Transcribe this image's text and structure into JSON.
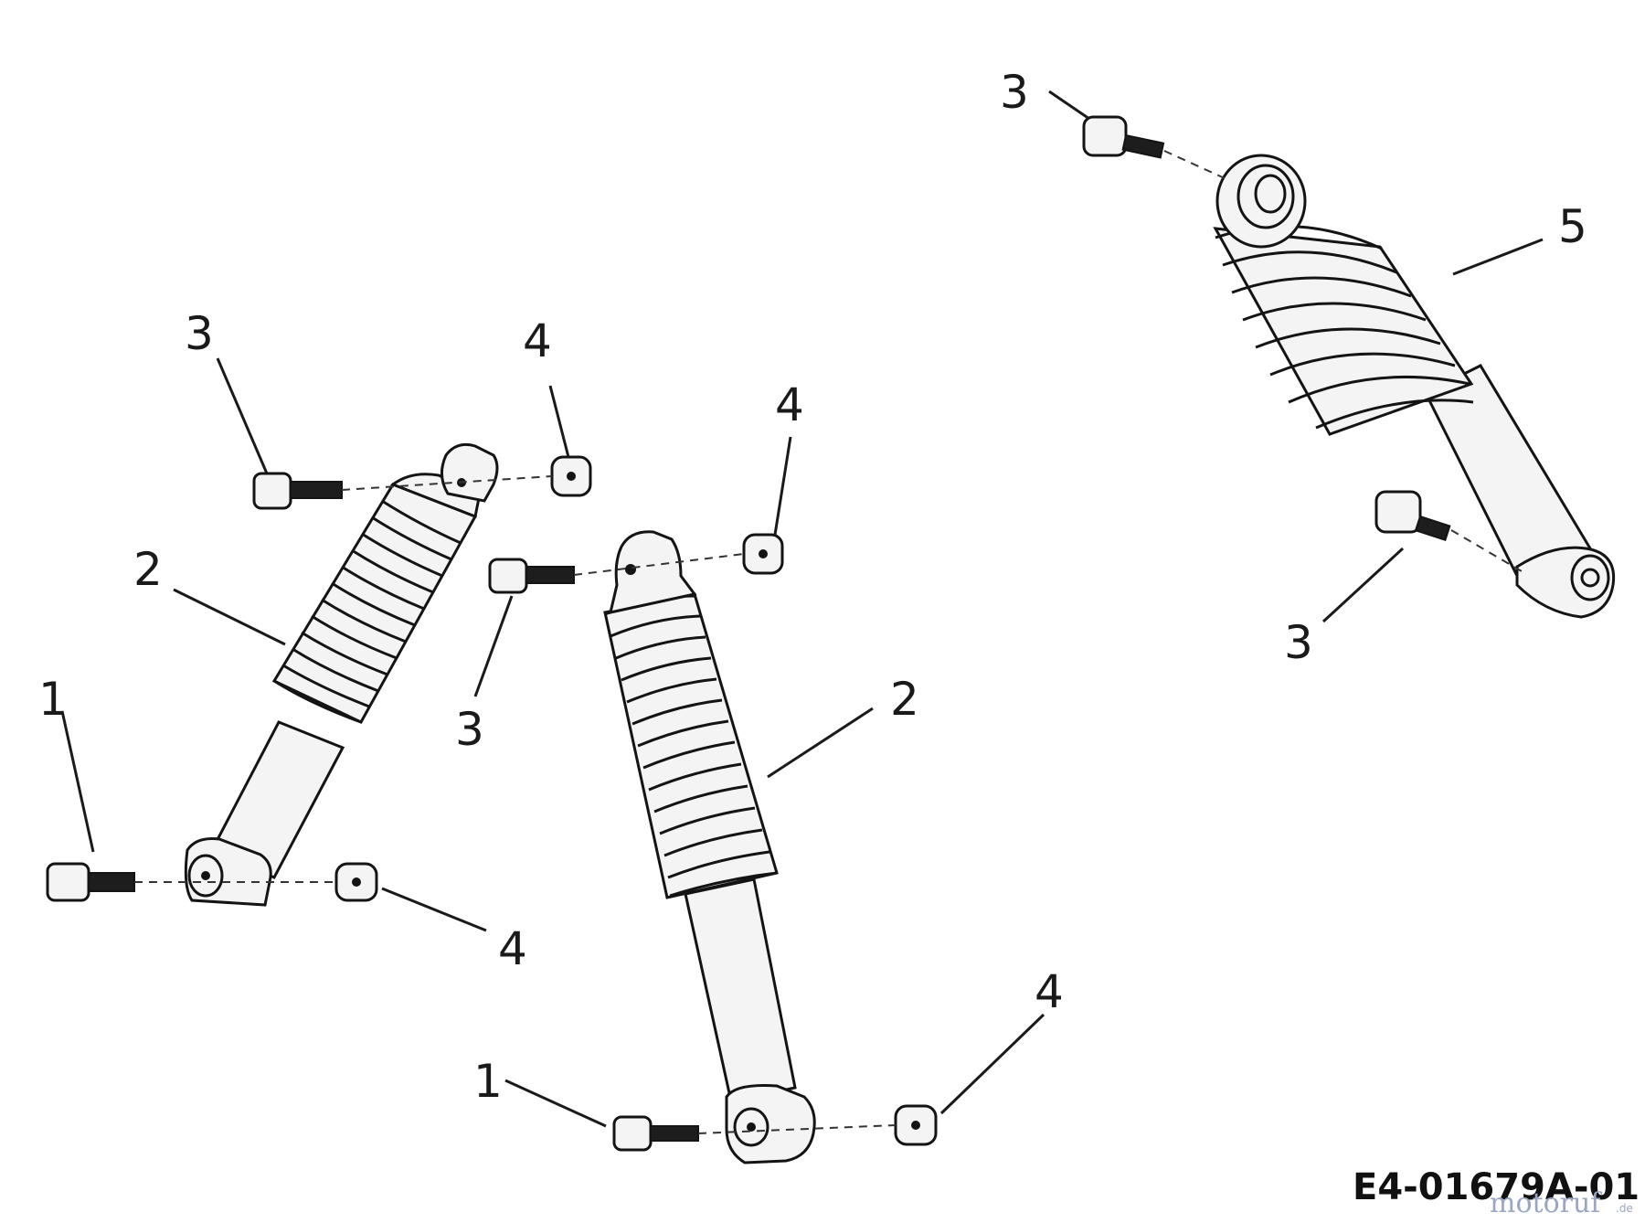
{
  "drawing_code": "E4-01679A-01",
  "watermark": {
    "text": "motoruf",
    "suffix": ".de"
  },
  "callouts": [
    {
      "id": "c1",
      "part": "1"
    },
    {
      "id": "c2",
      "part": "1"
    },
    {
      "id": "c3",
      "part": "2"
    },
    {
      "id": "c4",
      "part": "2"
    },
    {
      "id": "c5",
      "part": "3"
    },
    {
      "id": "c6",
      "part": "3"
    },
    {
      "id": "c7",
      "part": "3"
    },
    {
      "id": "c8",
      "part": "3"
    },
    {
      "id": "c9",
      "part": "4"
    },
    {
      "id": "c10",
      "part": "4"
    },
    {
      "id": "c11",
      "part": "4"
    },
    {
      "id": "c12",
      "part": "4"
    },
    {
      "id": "c13",
      "part": "5"
    }
  ]
}
